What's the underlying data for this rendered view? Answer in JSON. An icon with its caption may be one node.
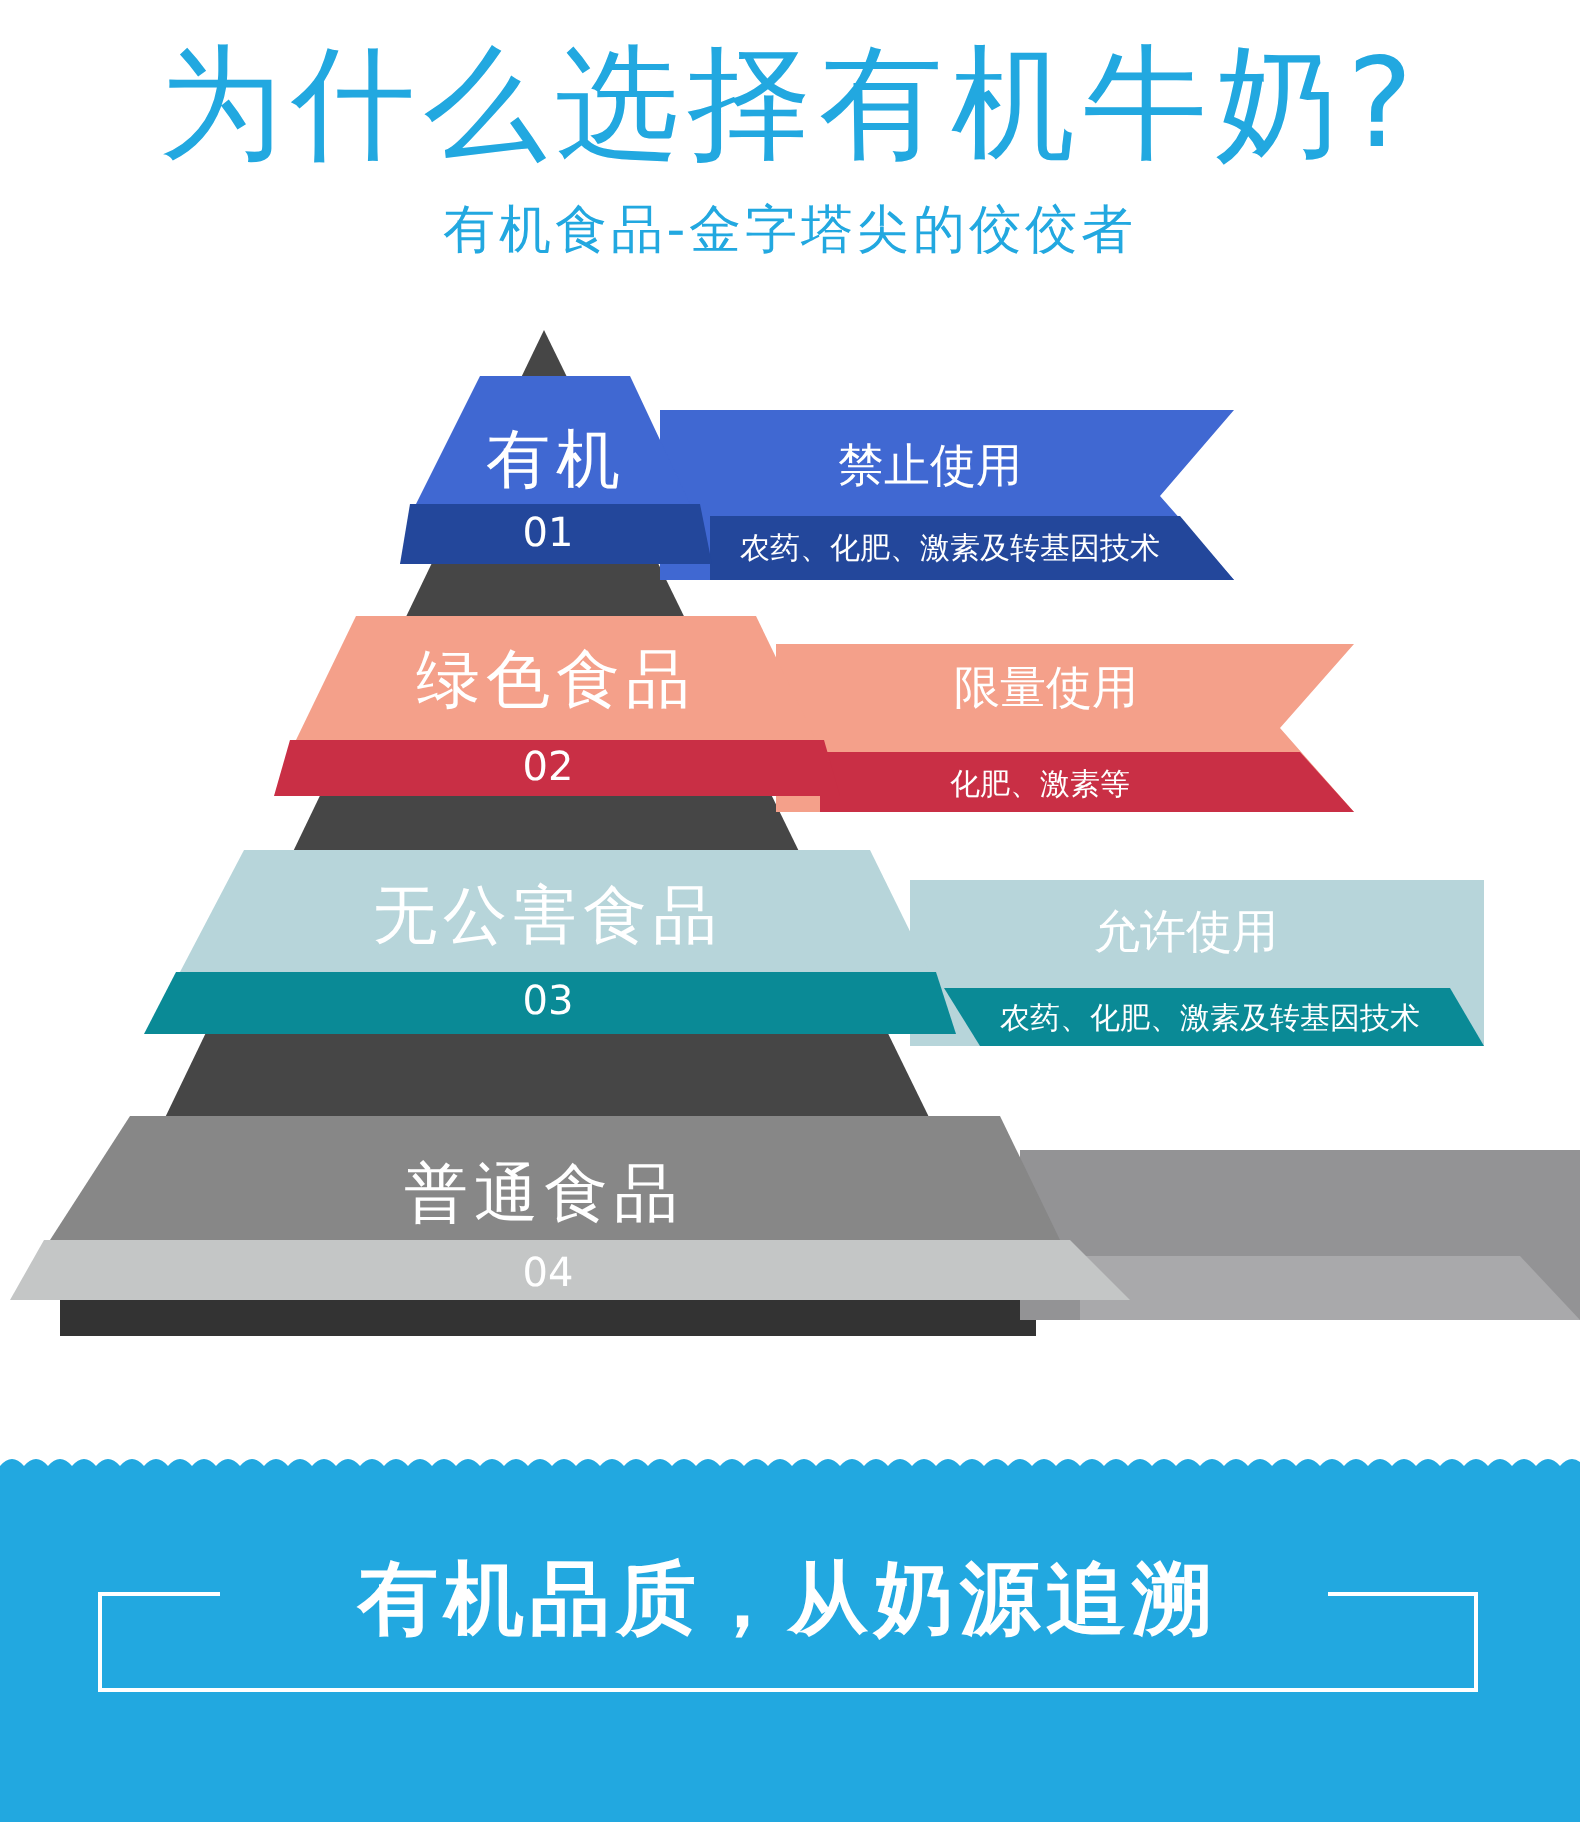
{
  "diagram": {
    "title": "为什么选择有机牛奶?",
    "nodes": [
      {
        "text": [
          "有机",
          "01"
        ]
      },
      {
        "text": [
          "禁止使用",
          "农药、化肥、激素及转基因技术"
        ]
      },
      {
        "text": [
          "绿色食品",
          "02"
        ]
      },
      {
        "text": [
          "限量使用",
          "化肥、激素等"
        ]
      },
      {
        "text": [
          "无公害食品",
          "03"
        ]
      },
      {
        "text": [
          "允许使用",
          "农药、化肥、激素及转基因技术"
        ]
      },
      {
        "text": [
          "普通食品",
          "04"
        ]
      },
      {
        "text": [],
        "shape": "bar"
      },
      {
        "text": [
          "有机品质，从奶源追溯"
        ]
      }
    ],
    "labels": [
      "有机食品-金字塔尖的佼佼者"
    ]
  }
}
